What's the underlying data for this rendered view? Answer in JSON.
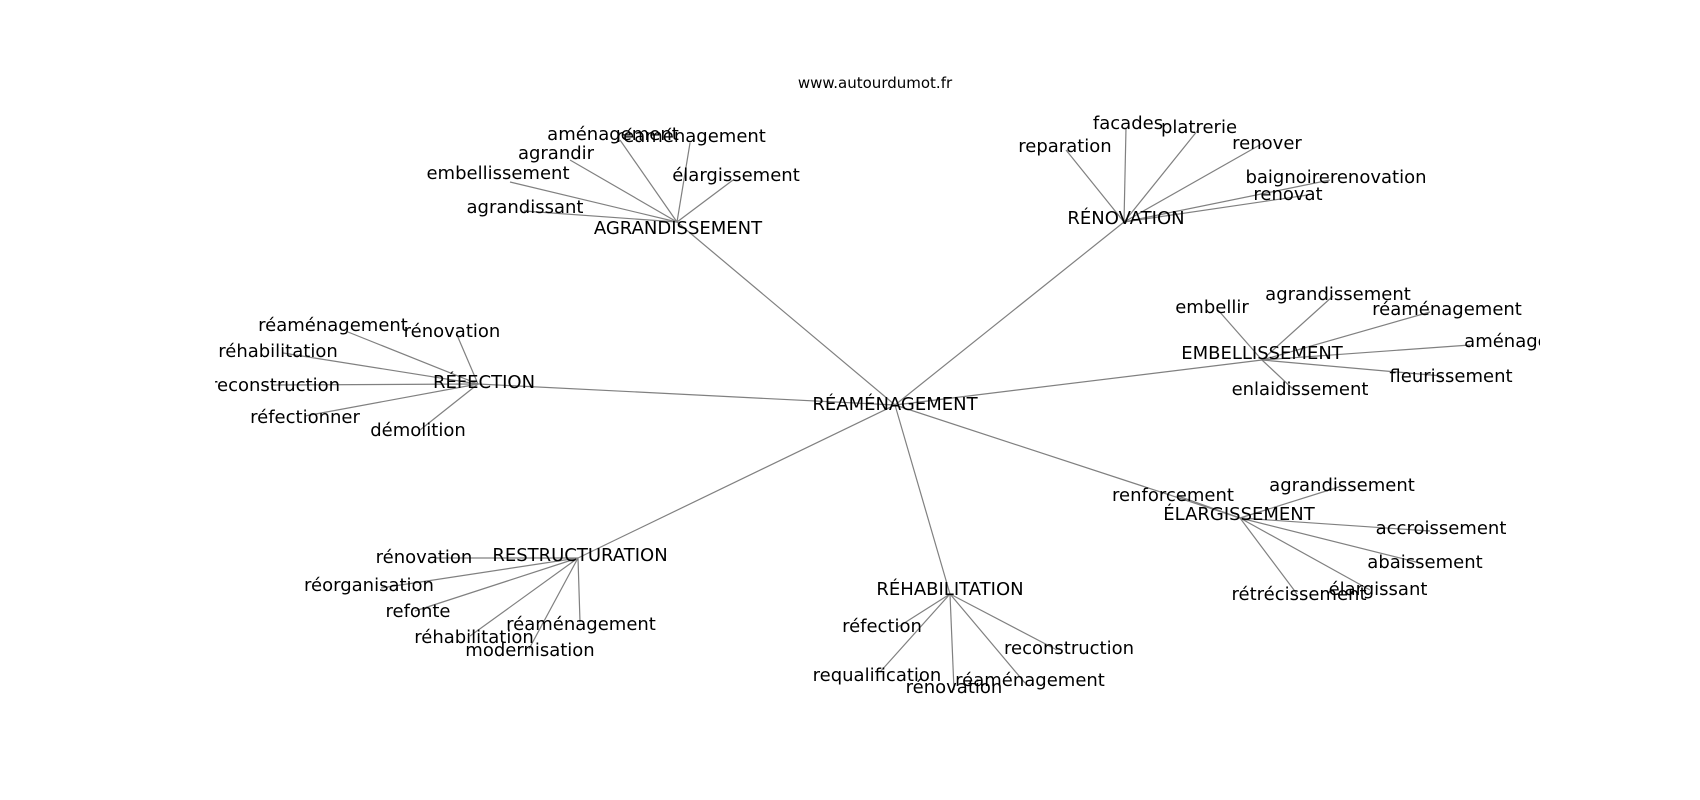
{
  "site_label": "www.autourdumot.fr",
  "center": {
    "label": "RÉAMÉNAGEMENT"
  },
  "clusters": [
    {
      "hub": "AGRANDISSEMENT",
      "leaves": [
        "aménagement",
        "réaménagement",
        "agrandir",
        "élargissement",
        "embellissement",
        "agrandissant"
      ]
    },
    {
      "hub": "RÉNOVATION",
      "leaves": [
        "facades",
        "platrerie",
        "reparation",
        "renover",
        "baignoirerenovation",
        "renovat"
      ]
    },
    {
      "hub": "EMBELLISSEMENT",
      "leaves": [
        "agrandissement",
        "embellir",
        "réaménagement",
        "aménagement",
        "fleurissement",
        "enlaidissement"
      ]
    },
    {
      "hub": "ÉLARGISSEMENT",
      "leaves": [
        "agrandissement",
        "renforcement",
        "accroissement",
        "abaissement",
        "élargissant",
        "rétrécissement"
      ]
    },
    {
      "hub": "RÉHABILITATION",
      "leaves": [
        "réfection",
        "reconstruction",
        "requalification",
        "réaménagement",
        "rénovation"
      ]
    },
    {
      "hub": "RESTRUCTURATION",
      "leaves": [
        "rénovation",
        "réorganisation",
        "refonte",
        "réaménagement",
        "réhabilitation",
        "modernisation"
      ]
    },
    {
      "hub": "RÉFECTION",
      "leaves": [
        "réaménagement",
        "rénovation",
        "réhabilitation",
        "reconstruction",
        "réfectionner",
        "démolition"
      ]
    }
  ]
}
